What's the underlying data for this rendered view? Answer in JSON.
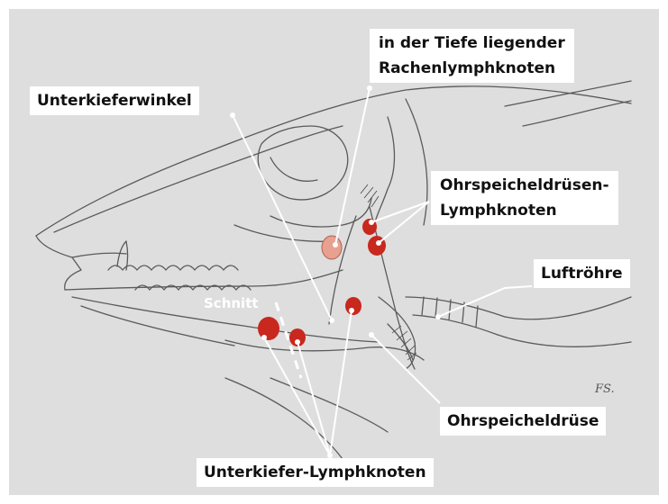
{
  "labels": {
    "rachen_line1": "in der Tiefe liegender",
    "rachen_line2": "Rachenlymphknoten",
    "unterkieferwinkel": "Unterkieferwinkel",
    "ohrspeichel_lk_line1": "Ohrspeicheldrüsen-",
    "ohrspeichel_lk_line2": "Lymphknoten",
    "luftroehre": "Luftröhre",
    "ohrspeicheldruese": "Ohrspeicheldrüse",
    "unterkiefer_lk": "Unterkiefer-Lymphknoten",
    "schnitt": "Schnitt",
    "initials": "FS."
  },
  "colors": {
    "background": "#dedede",
    "label_bg": "#ffffff",
    "node_red": "#c8281e",
    "node_pale": "#e8a090",
    "outline": "#5a5a5a",
    "leader": "#ffffff"
  }
}
